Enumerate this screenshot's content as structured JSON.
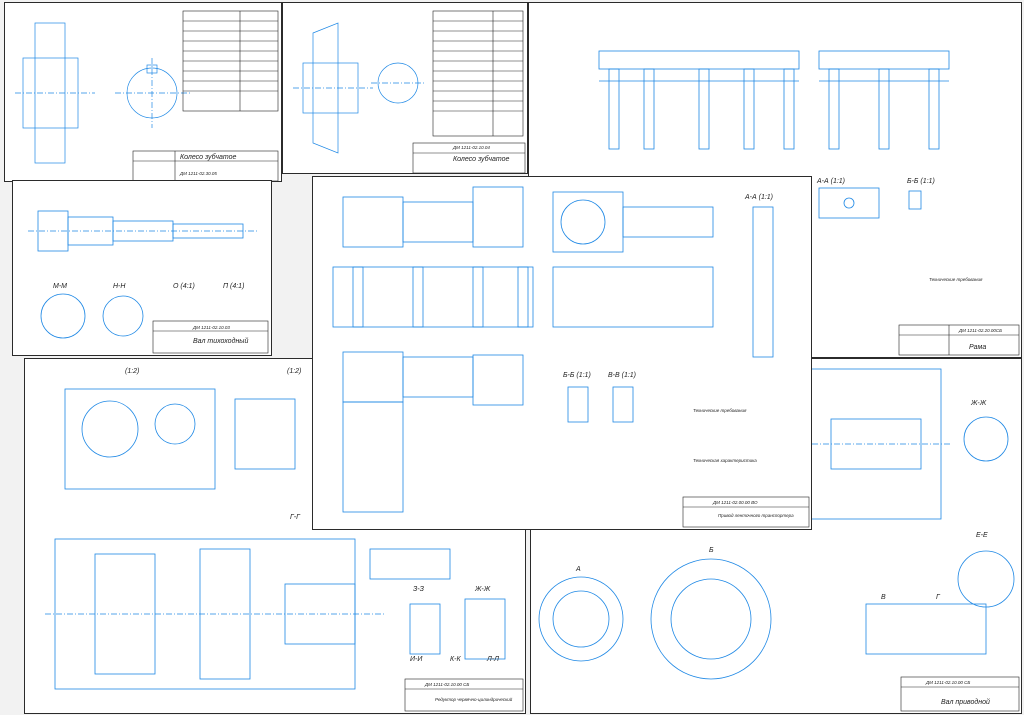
{
  "sheets": {
    "gear_wheel": {
      "title": "Колесо зубчатое",
      "code": "ДМ 1211-02.30.05"
    },
    "bevel_gear": {
      "title": "Колесо зубчатое",
      "code": "ДМ 1211-02.10.04"
    },
    "frame": {
      "title": "Рама",
      "code": "ДМ 1211-02.20.00СБ",
      "notes_title": "Технические требования",
      "section_aa": "А-А (1:1)",
      "section_bb": "Б-Б (1:1)"
    },
    "shaft": {
      "title": "Вал тихоходный",
      "code": "ДМ 1211-02.10.03",
      "section_mm": "М-М",
      "section_nn": "Н-Н",
      "detail_o": "О (4:1)",
      "detail_p": "П (4:1)"
    },
    "main": {
      "title": "Привод ленточного транспортера",
      "code": "ДМ 1211-02.00.00 ВО",
      "section_aa": "А-А (1:1)",
      "section_bb": "Б-Б (1:1)",
      "section_vv": "В-В (1:1)",
      "notes_title": "Технические требования",
      "tech_title": "Техническая характеристика"
    },
    "gearbox": {
      "title": "Редуктор червячно-цилиндрический",
      "code": "ДМ 1211-02.10.00 СБ",
      "scale_a": "(1:2)",
      "scale_b": "(1:2)"
    },
    "shaft_assembly": {
      "title": "Вал приводной",
      "code": "ДМ 1211-02.10.00 СБ",
      "section_zz": "Ж-Ж",
      "section_ee": "Е-Е",
      "view_a": "А",
      "view_b": "Б",
      "view_v": "В",
      "view_g": "Г"
    },
    "small_views": {
      "sec_33": "З-З",
      "sec_ii": "И-И",
      "sec_kk": "К-К",
      "sec_ll": "Л-Л",
      "sec_zhzh": "Ж-Ж",
      "sec_gg": "Г-Г"
    }
  },
  "colors": {
    "line_blue": "#1e88e5",
    "line_black": "#222222",
    "paper": "#ffffff",
    "background": "#f2f2f2"
  }
}
